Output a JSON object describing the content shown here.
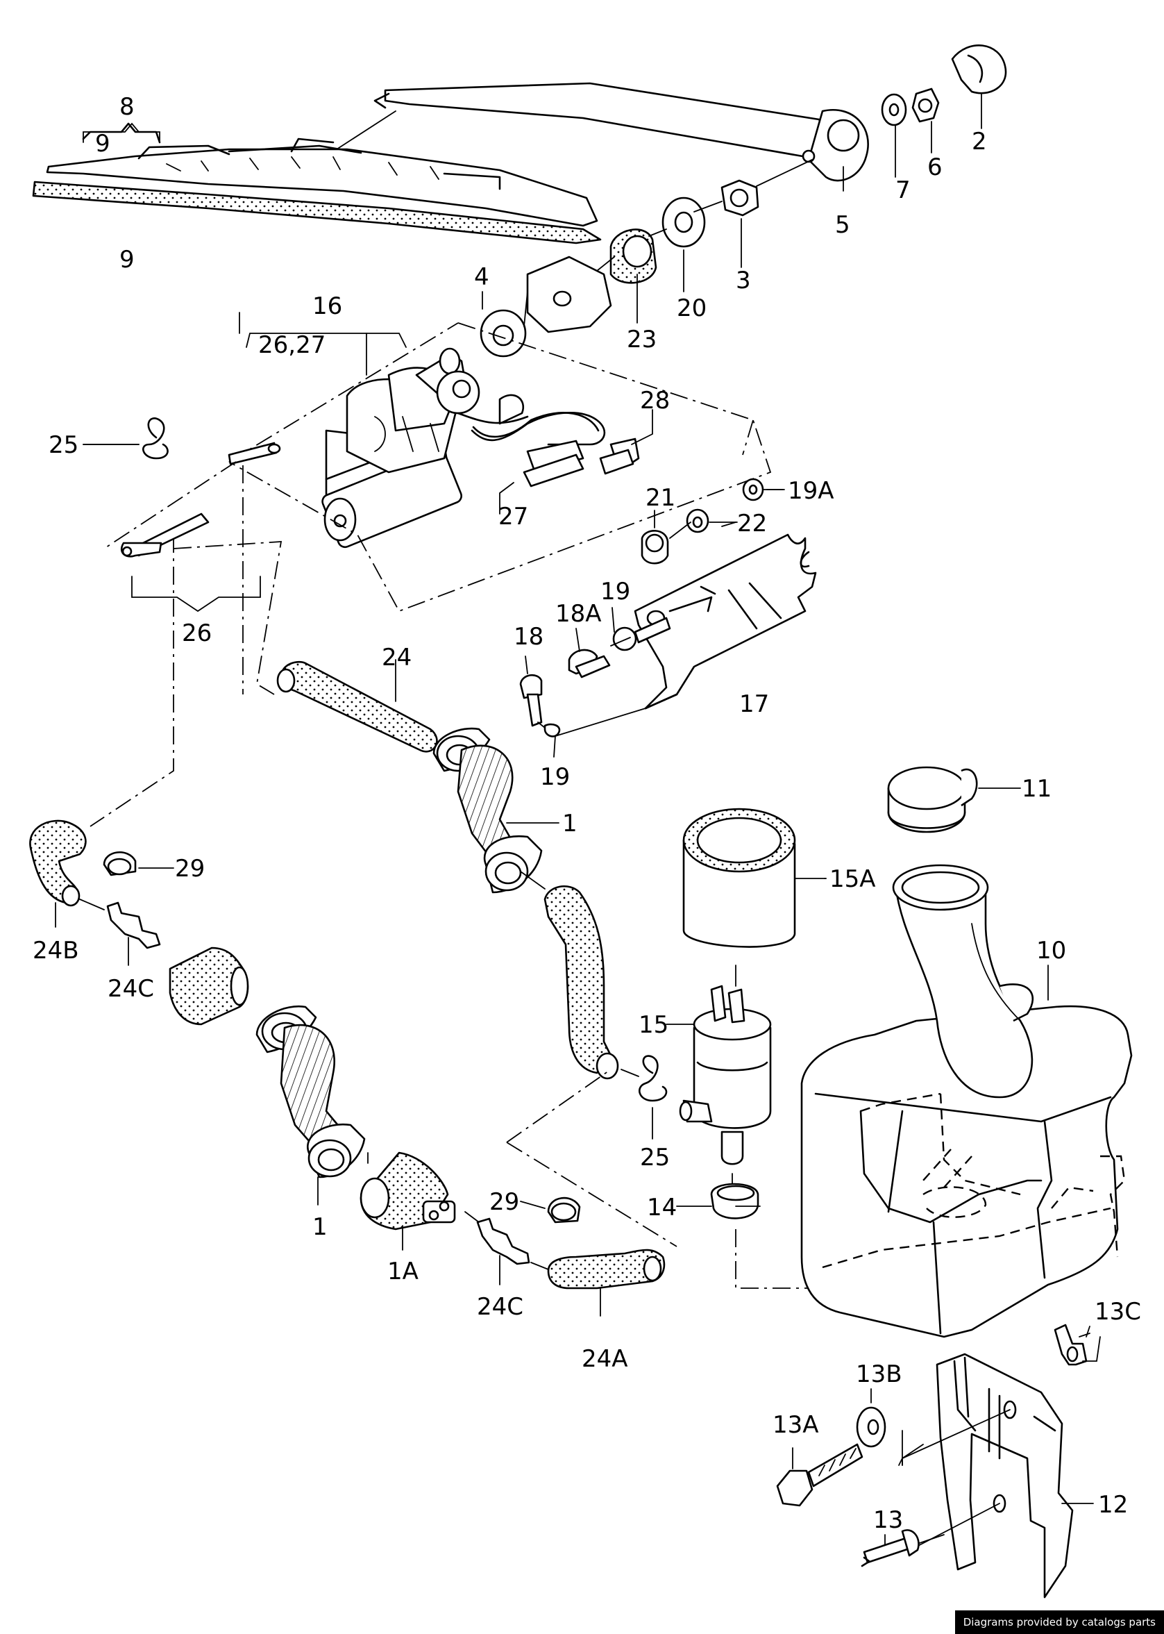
{
  "credit": "Diagrams provided by catalogs parts",
  "labels": {
    "l8": "8",
    "l9a": "9",
    "l9b": "9",
    "l2": "2",
    "l7": "7",
    "l6": "6",
    "l5": "5",
    "l3": "3",
    "l20": "20",
    "l23": "23",
    "l4": "4",
    "l16": "16",
    "l2627": "26,27",
    "l25a": "25",
    "l28": "28",
    "l27": "27",
    "l19A": "19A",
    "l21": "21",
    "l22": "22",
    "l18": "18",
    "l18A": "18A",
    "l19a": "19",
    "l19b": "19",
    "l17": "17",
    "l26": "26",
    "l24": "24",
    "l1a": "1",
    "l11": "11",
    "l29a": "29",
    "l15A": "15A",
    "l24B": "24B",
    "l24Ca": "24C",
    "l10": "10",
    "l15": "15",
    "l25b": "25",
    "l14": "14",
    "l29b": "29",
    "l1b": "1",
    "l1A": "1A",
    "l24Cb": "24C",
    "l24A": "24A",
    "l13C": "13C",
    "l13B": "13B",
    "l13A": "13A",
    "l12": "12",
    "l13": "13"
  }
}
